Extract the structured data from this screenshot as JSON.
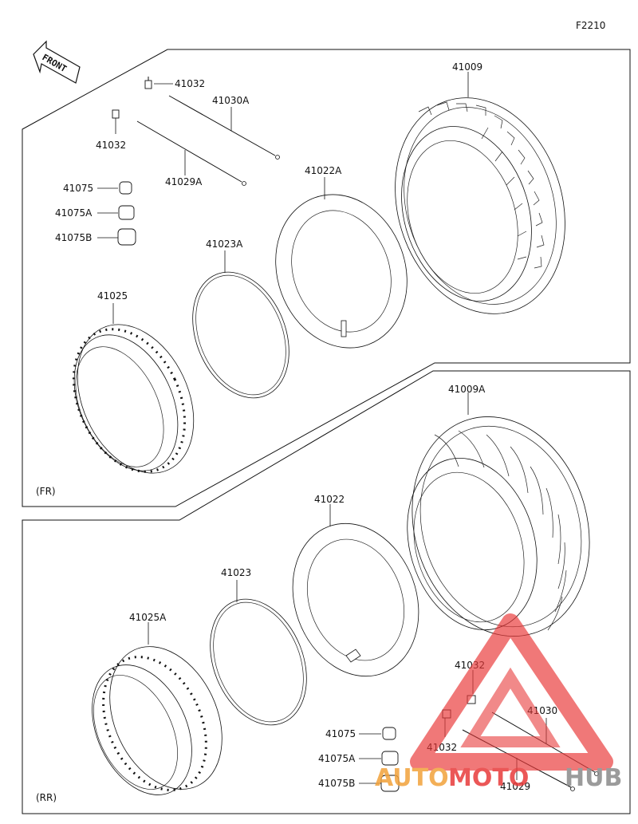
{
  "diagram_code": "F2210",
  "front_label": "FRONT",
  "sections": {
    "front": "(FR)",
    "rear": "(RR)"
  },
  "parts": {
    "p41009": "41009",
    "p41009A": "41009A",
    "p41022A": "41022A",
    "p41022": "41022",
    "p41023A": "41023A",
    "p41023": "41023",
    "p41025": "41025",
    "p41025A": "41025A",
    "p41030A": "41030A",
    "p41030": "41030",
    "p41029A": "41029A",
    "p41029": "41029",
    "p41032_fr_top": "41032",
    "p41032_fr_left": "41032",
    "p41032_rr_top": "41032",
    "p41032_rr_bottom": "41032",
    "p41075_fr": "41075",
    "p41075A_fr": "41075A",
    "p41075B_fr": "41075B",
    "p41075_rr": "41075",
    "p41075A_rr": "41075A",
    "p41075B_rr": "41075B"
  },
  "watermark": {
    "part1": "AUTO",
    "part2": "MOTO",
    "part3": "HUB"
  },
  "colors": {
    "line": "#111111",
    "watermark_red": "#e83a3a",
    "watermark_orange": "#f2a23a",
    "watermark_gray": "#8a8a8a"
  }
}
